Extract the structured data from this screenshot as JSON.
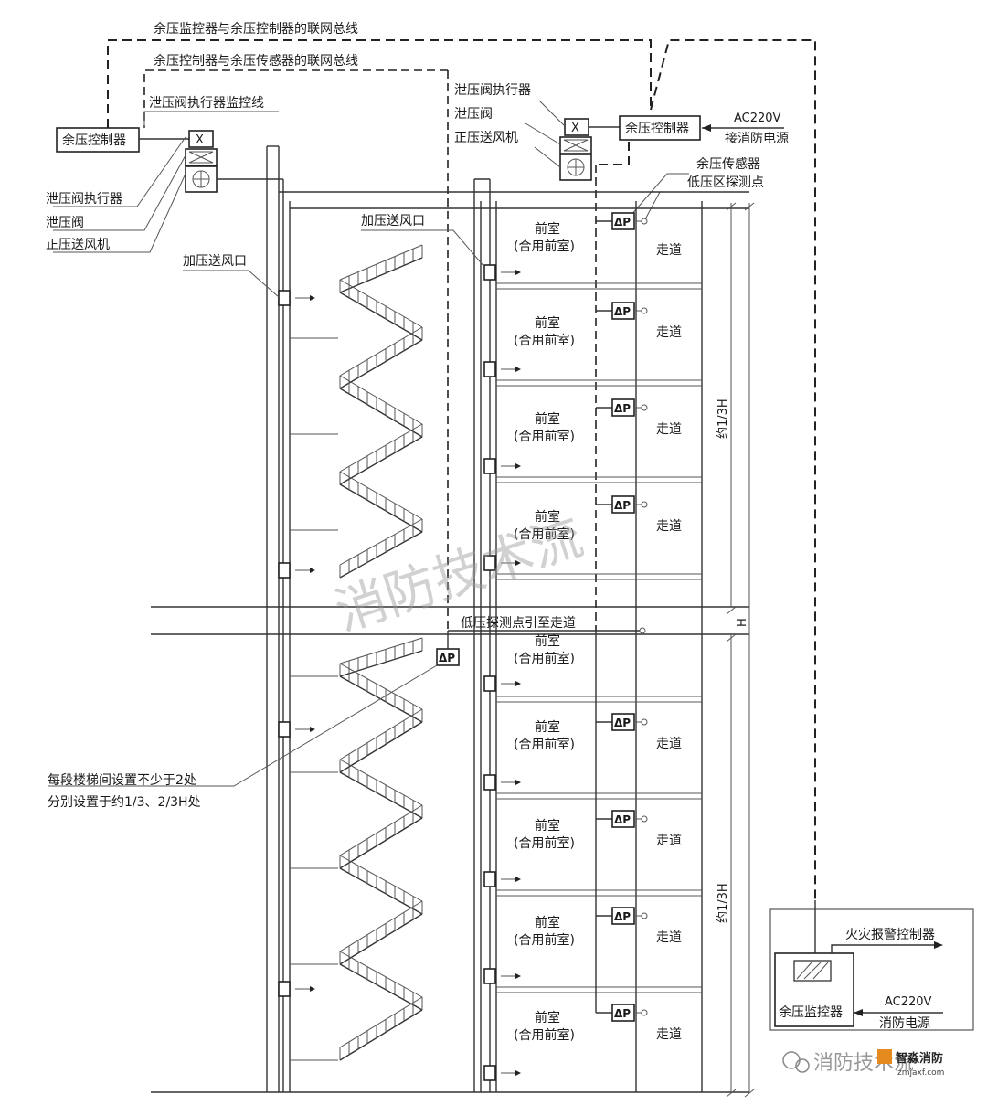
{
  "labels": {
    "bus_monitor": "余压监控器与余压控制器的联网总线",
    "bus_sensor": "余压控制器与余压传感器的联网总线",
    "actuator_line": "泄压阀执行器监控线",
    "controller": "余压控制器",
    "actuator": "泄压阀执行器",
    "valve": "泄压阀",
    "fan": "正压送风机",
    "outlet": "加压送风口",
    "sensor": "余压传感器",
    "low_point": "低压区探测点",
    "ac": "AC220V",
    "fire_power_conn": "接消防电源",
    "anteroom": "前室",
    "anteroom_shared": "(合用前室)",
    "corridor": "走道",
    "third_h": "约1/3H",
    "h": "H",
    "low_point_lead": "低压探测点引至走道",
    "note_line1": "每段楼梯间设置不少于2处",
    "note_line2": "分别设置于约1/3、2/3H处",
    "fire_alarm": "火灾报警控制器",
    "monitor": "余压监控器",
    "fire_power": "消防电源",
    "x_mark": "X",
    "dp": "ΔP",
    "watermark": "消防技术流",
    "footer_brand": "消防技术流",
    "footer_logo": "智淼消防",
    "footer_url": "zmjaxf.com"
  },
  "colors": {
    "line": "#222222",
    "watermark": "#9a9a9a",
    "logo_orange": "#e58a1f"
  }
}
